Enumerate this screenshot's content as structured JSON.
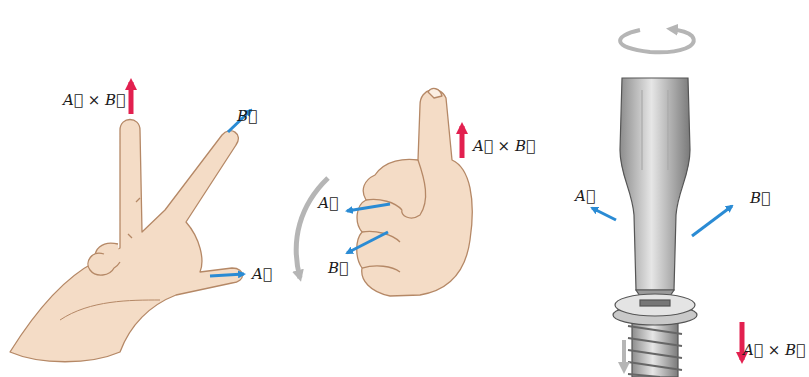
{
  "diagram": {
    "labels": [
      "A⃗ × B⃗",
      "B⃗",
      "A⃗",
      "A⃗",
      "A⃗ × B⃗",
      "B⃗",
      "A⃗",
      "B⃗",
      "A⃗ × B⃗"
    ]
  }
}
